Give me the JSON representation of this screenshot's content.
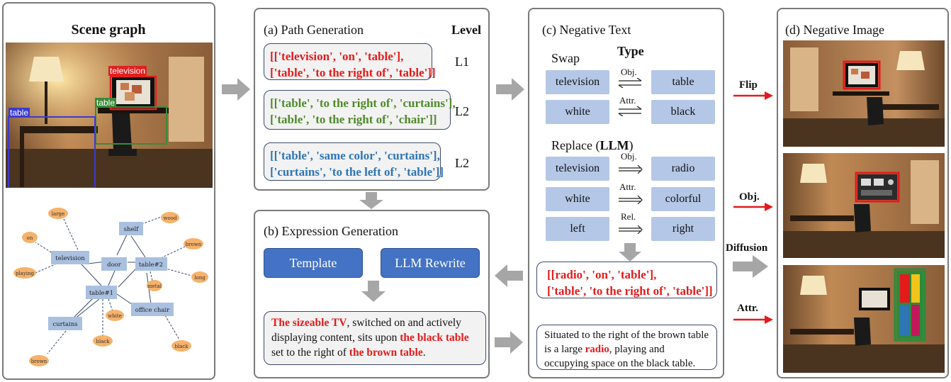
{
  "scene_graph": {
    "title": "Scene graph",
    "photo_labels": {
      "television": "television",
      "table_green": "table",
      "table_blue": "table"
    },
    "nodes": {
      "large": "large",
      "on": "on",
      "television": "television",
      "playing": "playing",
      "shelf": "shelf",
      "door": "door",
      "wood": "wood",
      "brown": "brown",
      "table2": "table#2",
      "long": "long",
      "metal": "metal",
      "table1": "table#1",
      "white": "white",
      "office_chair": "office chair",
      "curtains": "curtains",
      "black1": "black",
      "black2": "black",
      "brown2": "brown"
    }
  },
  "path_generation": {
    "title": "(a) Path Generation",
    "level_header": "Level",
    "paths": [
      {
        "line1": "[['television', 'on', 'table'],",
        "line2": "['table', 'to the right of', 'table']]",
        "level": "L1",
        "color": "#e31b1b"
      },
      {
        "line1": "[['table', 'to the right of', 'curtains'],",
        "line2": "['table', 'to the right of', 'chair']]",
        "level": "L2",
        "color": "#4f8a2a"
      },
      {
        "line1": "[['table', 'same color', 'curtains'],",
        "line2": "['curtains', 'to the left of', 'table']]",
        "level": "L2",
        "color": "#2e75b6"
      }
    ]
  },
  "expression_generation": {
    "title": "(b) Expression Generation",
    "template_label": "Template",
    "llm_rewrite_label": "LLM Rewrite",
    "text_red1": "The sizeable TV",
    "text_plain1": ", switched on and actively displaying content, sits upon ",
    "text_red2": "the black table",
    "text_plain2": " set to the right of ",
    "text_red3": "the brown table",
    "text_plain3": "."
  },
  "negative_text": {
    "title": "(c) Negative Text",
    "swap_label": "Swap",
    "type_label": "Type",
    "swap_rows": [
      {
        "left": "television",
        "type": "Obj.",
        "right": "table"
      },
      {
        "left": "white",
        "type": "Attr.",
        "right": "black"
      }
    ],
    "replace_label_prefix": "Replace (",
    "replace_label_bold": "LLM",
    "replace_label_suffix": ")",
    "replace_rows": [
      {
        "left": "television",
        "type": "Obj.",
        "right": "radio"
      },
      {
        "left": "white",
        "type": "Attr.",
        "right": "colorful"
      },
      {
        "left": "left",
        "type": "Rel.",
        "right": "right"
      }
    ],
    "result_line1": "[[radio', 'on', 'table'],",
    "result_line2": "['table', 'to the right of', 'table']]",
    "caption_plain1": "Situated to the right of the brown table is a large ",
    "caption_red": "radio",
    "caption_plain2": ", playing and occupying space on the black table."
  },
  "negative_image": {
    "title": "(d) Negative Image",
    "flip_label": "Flip",
    "obj_label": "Obj.",
    "diffusion_label": "Diffusion",
    "attr_label": "Attr."
  },
  "colors": {
    "red": "#e31b1b",
    "green": "#4f8a2a",
    "blue": "#2e75b6",
    "pill": "#b4c7e7",
    "button": "#4472c4",
    "node_rect": "#a9c0e0",
    "node_ellipse": "#f6b26b"
  }
}
